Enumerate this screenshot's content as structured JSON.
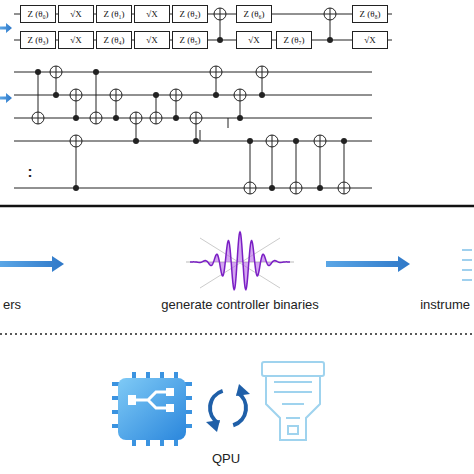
{
  "diagram": {
    "nodes": [
      {
        "text": [
          "Z (θ₀)"
        ]
      },
      {
        "text": [
          "√X"
        ]
      },
      {
        "text": [
          "Z (θ₁)"
        ]
      },
      {
        "text": [
          "√X"
        ]
      },
      {
        "text": [
          "Z (θ₂)"
        ]
      },
      {
        "text": [
          "Z (θ₆)"
        ]
      },
      {
        "text": [
          "Z (θ₈)"
        ]
      },
      {
        "text": [
          "Z (θ₃)"
        ]
      },
      {
        "text": [
          "√X"
        ]
      },
      {
        "text": [
          "Z (θ₄)"
        ]
      },
      {
        "text": [
          "√X"
        ]
      },
      {
        "text": [
          "Z (θ₅)"
        ]
      },
      {
        "text": [
          "√X"
        ]
      },
      {
        "text": [
          "Z (θ₇)"
        ]
      },
      {
        "text": [
          "√X"
        ]
      }
    ],
    "labels": [
      ":",
      "ers",
      "generate controller binaries",
      "instrume",
      "QPU"
    ]
  }
}
